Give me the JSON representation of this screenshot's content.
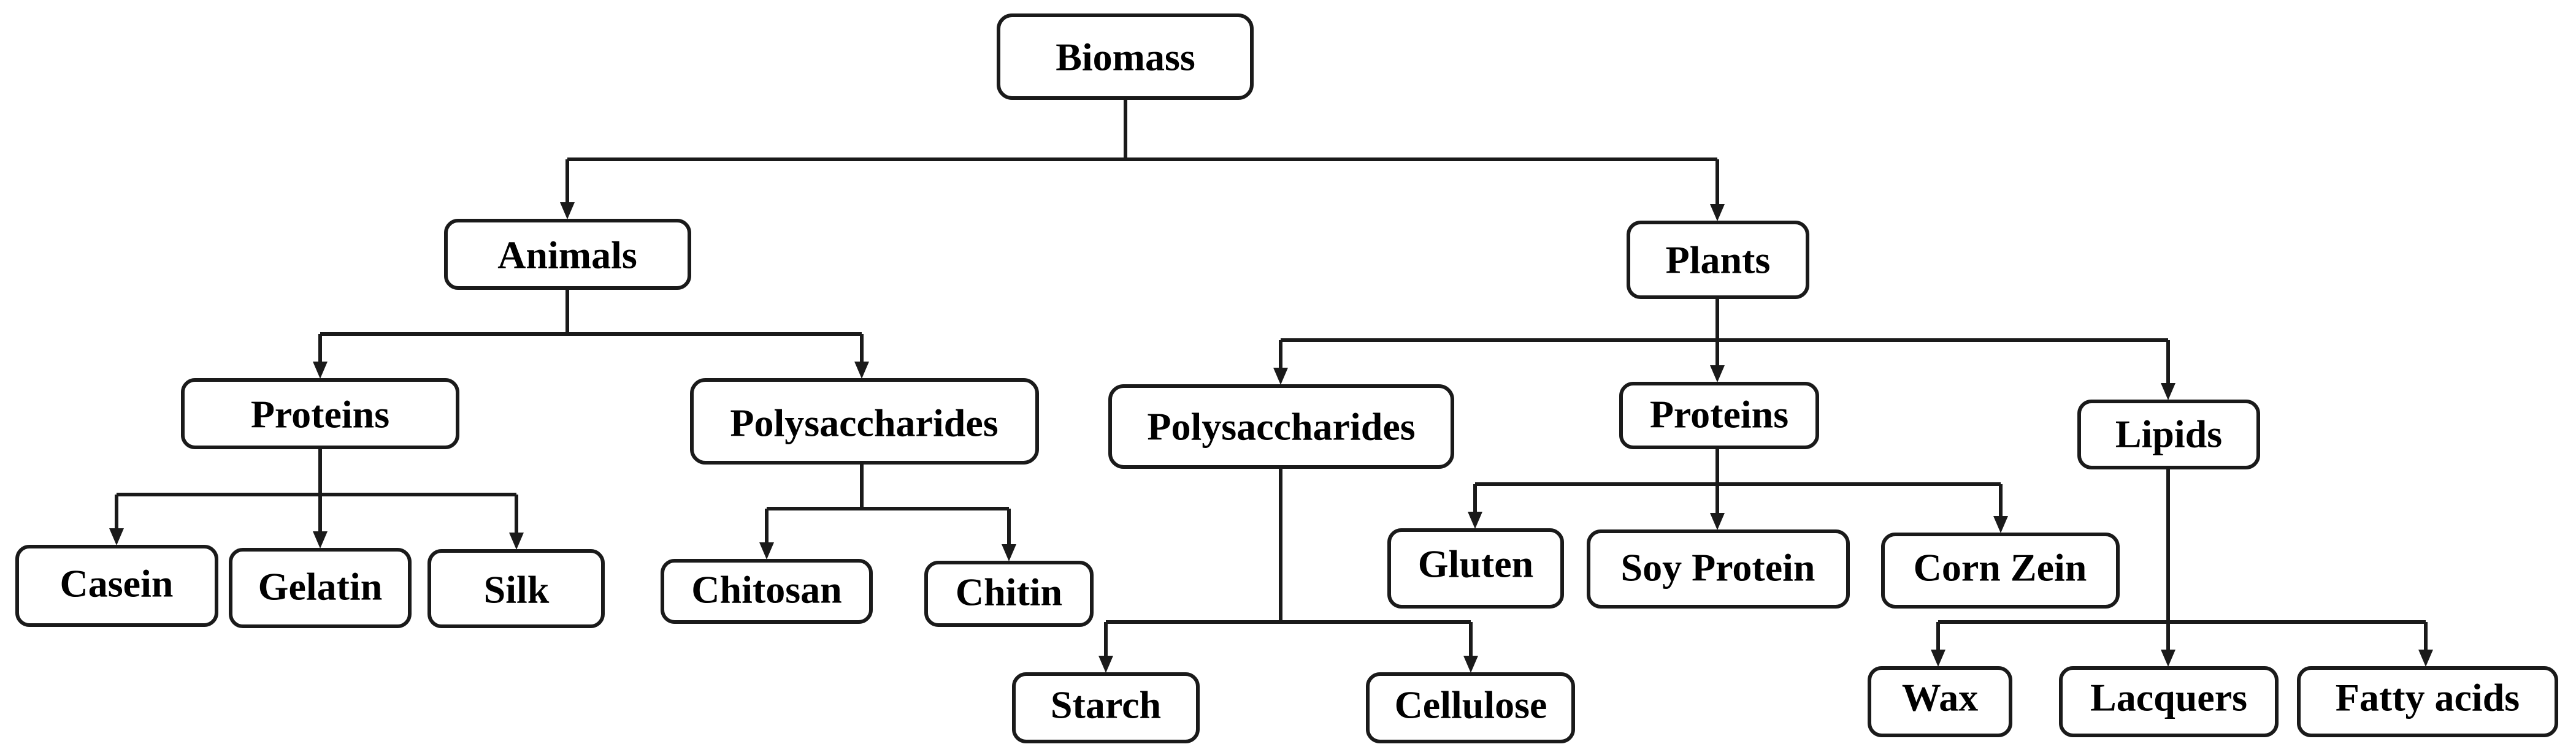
{
  "nodes": {
    "biomass": "Biomass",
    "animals": "Animals",
    "plants": "Plants",
    "animal_proteins": "Proteins",
    "animal_polysaccharides": "Polysaccharides",
    "plant_polysaccharides": "Polysaccharides",
    "plant_proteins": "Proteins",
    "lipids": "Lipids",
    "casein": "Casein",
    "gelatin": "Gelatin",
    "silk": "Silk",
    "chitosan": "Chitosan",
    "chitin": "Chitin",
    "starch": "Starch",
    "cellulose": "Cellulose",
    "gluten": "Gluten",
    "soy_protein": "Soy Protein",
    "corn_zein": "Corn Zein",
    "wax": "Wax",
    "lacquers": "Lacquers",
    "fatty_acids": "Fatty acids"
  },
  "edges": [
    {
      "from": "biomass",
      "to": [
        "animals",
        "plants"
      ]
    },
    {
      "from": "animals",
      "to": [
        "animal_proteins",
        "animal_polysaccharides"
      ]
    },
    {
      "from": "plants",
      "to": [
        "plant_polysaccharides",
        "plant_proteins",
        "lipids"
      ]
    },
    {
      "from": "animal_proteins",
      "to": [
        "casein",
        "gelatin",
        "silk"
      ]
    },
    {
      "from": "animal_polysaccharides",
      "to": [
        "chitosan",
        "chitin"
      ]
    },
    {
      "from": "plant_polysaccharides",
      "to": [
        "starch",
        "cellulose"
      ]
    },
    {
      "from": "plant_proteins",
      "to": [
        "gluten",
        "soy_protein",
        "corn_zein"
      ]
    },
    {
      "from": "lipids",
      "to": [
        "wax",
        "lacquers",
        "fatty_acids"
      ]
    }
  ]
}
